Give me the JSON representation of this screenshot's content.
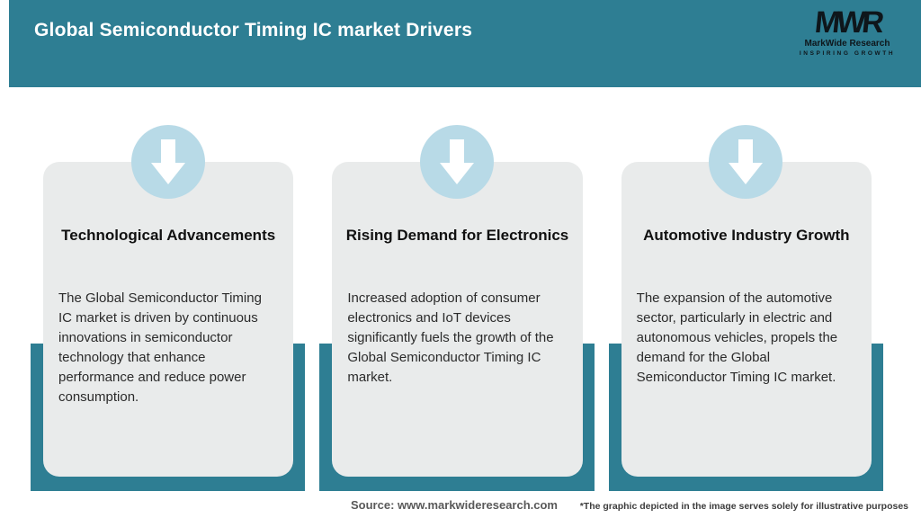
{
  "header": {
    "title": "Global Semiconductor Timing IC market Drivers",
    "logo": {
      "monogram": "MWR",
      "name": "MarkWide Research",
      "tagline": "INSPIRING GROWTH"
    }
  },
  "cards": [
    {
      "title": "Technological Advancements",
      "description": "The Global Semiconductor Timing IC market is driven by continuous innovations in semiconductor technology that enhance performance and reduce power consumption."
    },
    {
      "title": "Rising Demand for Electronics",
      "description": "Increased adoption of consumer electronics and IoT devices significantly fuels the growth of the Global Semiconductor Timing IC market."
    },
    {
      "title": "Automotive Industry Growth",
      "description": "The expansion of the automotive sector, particularly in electric and autonomous vehicles, propels the demand for the Global Semiconductor Timing IC market."
    }
  ],
  "footer": {
    "source": "Source: www.markwideresearch.com",
    "disclaimer": "*The graphic depicted in the image serves solely for illustrative purposes"
  },
  "icons": {
    "down_arrow": "down-arrow-icon"
  },
  "colors": {
    "teal": "#2E7E93",
    "card_bg": "#E9EBEB",
    "circle_blue": "#B8DAE7",
    "arrow": "#FFFFFF",
    "title_text": "#111111",
    "body_text": "#2B2B2B",
    "source_text": "#595959"
  }
}
